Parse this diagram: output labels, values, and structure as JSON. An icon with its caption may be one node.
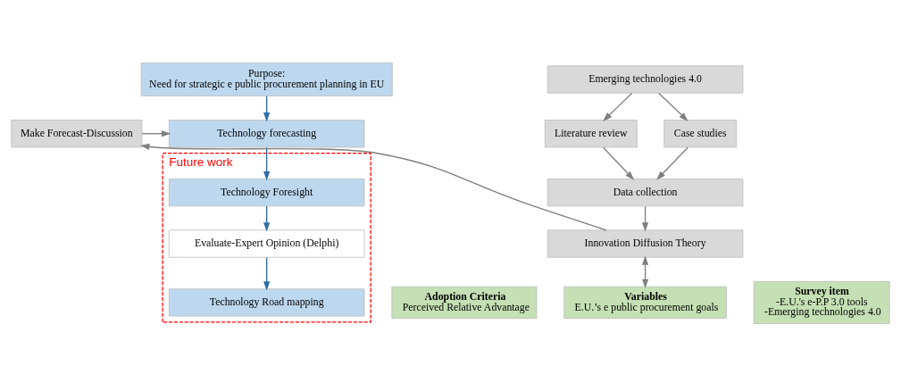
{
  "diagram": {
    "nodes": [
      {
        "text": [
          "Purpose:",
          "Need for strategic e public procurement planning in EU"
        ]
      },
      {
        "text": [
          "Technology forecasting"
        ]
      },
      {
        "text": [
          "Future work"
        ]
      },
      {
        "text": [
          "Technology Foresight"
        ],
        "in": 2
      },
      {
        "text": [
          "Evaluate-Expert Opinion (Delphi)"
        ],
        "in": 2
      },
      {
        "text": [
          "Technology Road mapping"
        ],
        "in": 2
      },
      {
        "text": [
          "Make Forecast-Discussion"
        ]
      },
      {
        "text": [
          "Emerging technologies 4.0"
        ]
      },
      {
        "text": [
          "Literature review"
        ]
      },
      {
        "text": [
          "Case studies"
        ]
      },
      {
        "text": [
          "Data collection"
        ]
      },
      {
        "text": [
          "Innovation Diffusion Theory"
        ]
      },
      {
        "text": [
          "Adoption Criteria",
          "Perceived Relative Advantage"
        ]
      },
      {
        "text": [
          "Variables",
          "E.U.’s e public procurement goals"
        ]
      },
      {
        "text": [
          "Survey item",
          "-E.U.'s e-P.P 3.0 tools",
          "-Emerging technologies 4.0"
        ]
      }
    ],
    "edges": [
      {
        "from": 0,
        "to": 1,
        "arrow": "to",
        "color": "#2e6da4"
      },
      {
        "from": 1,
        "to": 3,
        "arrow": "to",
        "color": "#2e6da4"
      },
      {
        "from": 3,
        "to": 4,
        "arrow": "to",
        "color": "#2e6da4"
      },
      {
        "from": 4,
        "to": 5,
        "arrow": "to",
        "color": "#2e6da4"
      },
      {
        "from": 7,
        "to": 8,
        "arrow": "to"
      },
      {
        "from": 7,
        "to": 9,
        "arrow": "to"
      },
      {
        "from": 8,
        "to": 10,
        "arrow": "to"
      },
      {
        "from": 9,
        "to": 10,
        "arrow": "to"
      },
      {
        "from": 10,
        "to": 11,
        "arrow": "to"
      },
      {
        "from": 11,
        "to": 6,
        "arrow": "to"
      },
      {
        "from": 6,
        "to": 1,
        "arrow": "to"
      },
      {
        "from": 11,
        "to": 13,
        "arrow": "both"
      }
    ]
  }
}
